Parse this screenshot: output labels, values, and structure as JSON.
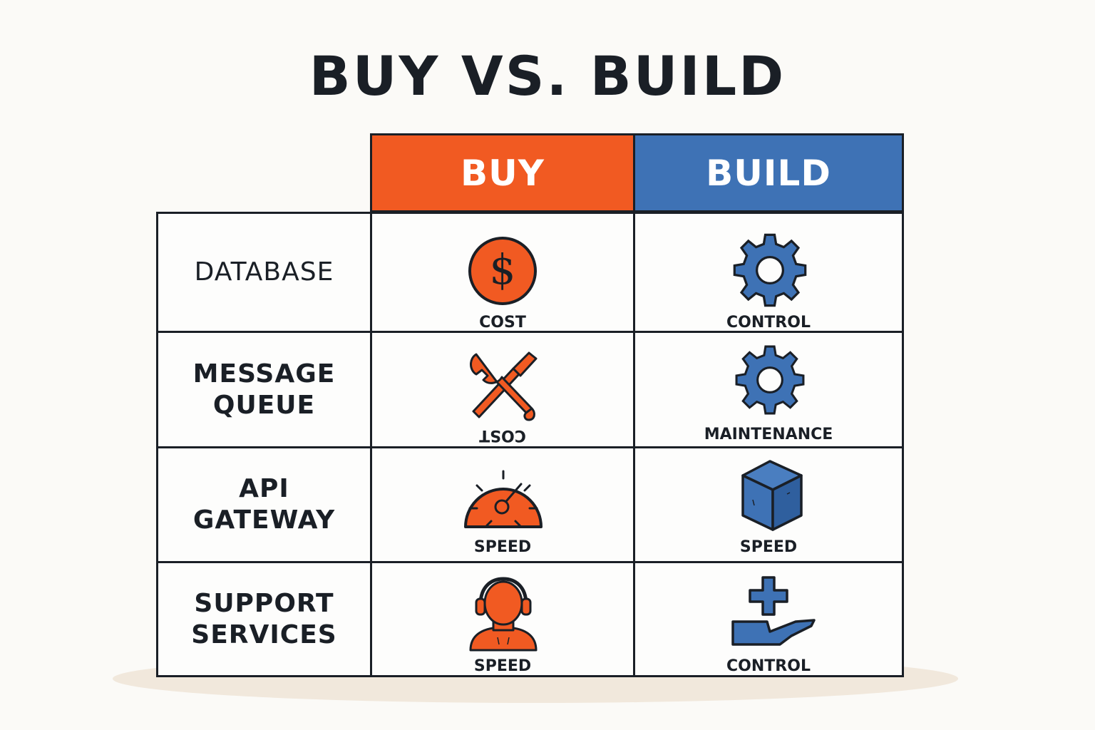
{
  "title": "BUY VS. BUILD",
  "columns": {
    "buy": "BUY",
    "build": "BUILD"
  },
  "colors": {
    "buy_accent": "#f15a22",
    "build_accent": "#3e72b5",
    "ink": "#1a1f26",
    "background": "#fbfaf7"
  },
  "rows": [
    {
      "label": "DATABASE",
      "buy": {
        "icon": "dollar-coin-icon",
        "caption": "COST"
      },
      "build": {
        "icon": "gear-icon",
        "caption": "CONTROL"
      }
    },
    {
      "label": "MESSAGE\nQUEUE",
      "buy": {
        "icon": "wrench-screwdriver-icon",
        "caption": "COST"
      },
      "build": {
        "icon": "gear-icon",
        "caption": "MAINTENANCE"
      }
    },
    {
      "label": "API\nGATEWAY",
      "buy": {
        "icon": "speedometer-icon",
        "caption": "SPEED"
      },
      "build": {
        "icon": "cube-icon",
        "caption": "SPEED"
      }
    },
    {
      "label": "SUPPORT\nSERVICES",
      "buy": {
        "icon": "support-agent-icon",
        "caption": "SPEED"
      },
      "build": {
        "icon": "hand-plus-icon",
        "caption": "CONTROL"
      }
    }
  ]
}
